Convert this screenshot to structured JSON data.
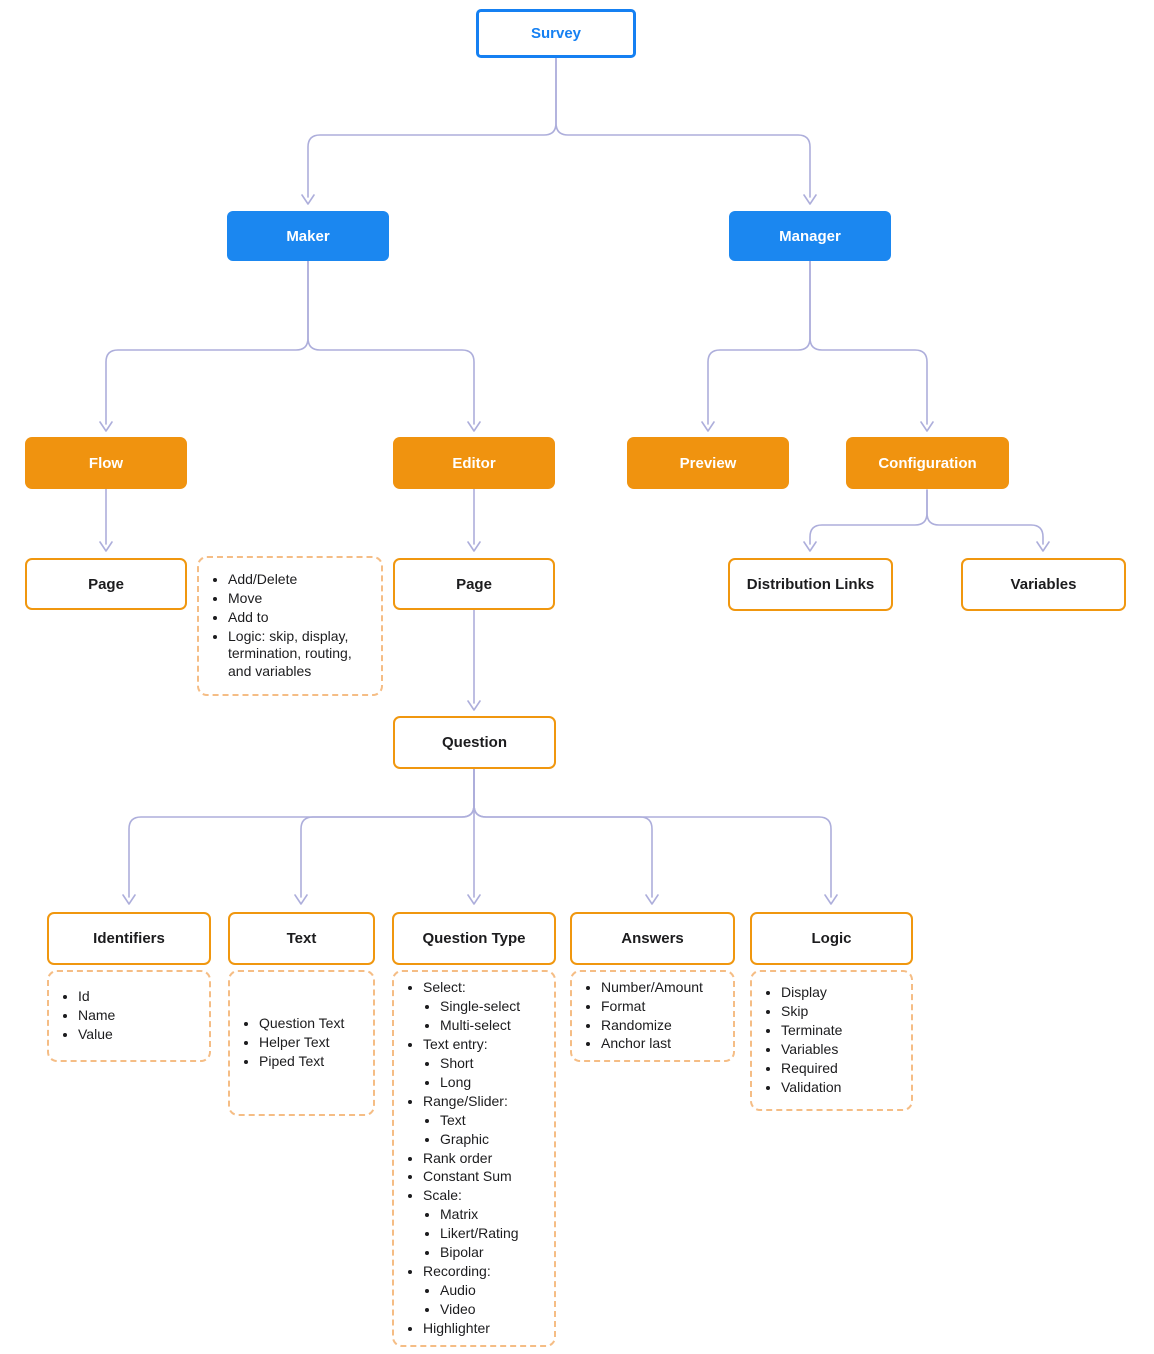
{
  "diagram": {
    "nodes": {
      "survey": {
        "label": "Survey"
      },
      "maker": {
        "label": "Maker"
      },
      "manager": {
        "label": "Manager"
      },
      "flow": {
        "label": "Flow"
      },
      "editor": {
        "label": "Editor"
      },
      "preview": {
        "label": "Preview"
      },
      "configuration": {
        "label": "Configuration"
      },
      "page_flow": {
        "label": "Page"
      },
      "page_editor": {
        "label": "Page"
      },
      "distribution_links": {
        "label": "Distribution Links"
      },
      "variables": {
        "label": "Variables"
      },
      "question": {
        "label": "Question"
      },
      "identifiers": {
        "label": "Identifiers"
      },
      "text": {
        "label": "Text"
      },
      "question_type": {
        "label": "Question Type"
      },
      "answers": {
        "label": "Answers"
      },
      "logic": {
        "label": "Logic"
      }
    },
    "notes": {
      "page_flow_note": {
        "items": [
          "Add/Delete",
          "Move",
          "Add to",
          "Logic: skip, display, termination, routing, and variables"
        ]
      },
      "identifiers_note": {
        "items": [
          "Id",
          "Name",
          "Value"
        ]
      },
      "text_note": {
        "items": [
          "Question Text",
          "Helper Text",
          "Piped Text"
        ]
      },
      "question_type_note": {
        "items": [
          {
            "label": "Select:",
            "children": [
              "Single-select",
              "Multi-select"
            ]
          },
          {
            "label": "Text entry:",
            "children": [
              "Short",
              "Long"
            ]
          },
          {
            "label": "Range/Slider:",
            "children": [
              "Text",
              "Graphic"
            ]
          },
          {
            "label": "Rank order"
          },
          {
            "label": "Constant Sum"
          },
          {
            "label": "Scale:",
            "children": [
              "Matrix",
              "Likert/Rating",
              "Bipolar"
            ]
          },
          {
            "label": "Recording:",
            "children": [
              "Audio",
              "Video"
            ]
          },
          {
            "label": "Highlighter"
          }
        ]
      },
      "answers_note": {
        "items": [
          "Number/Amount",
          "Format",
          "Randomize",
          "Anchor last"
        ]
      },
      "logic_note": {
        "items": [
          "Display",
          "Skip",
          "Terminate",
          "Variables",
          "Required",
          "Validation"
        ]
      }
    },
    "colors": {
      "blue_fill": "#1B87F0",
      "blue_border": "#1580F2",
      "blue_text": "#1580F2",
      "orange_fill": "#F0930F",
      "orange_border": "#F0970F",
      "dashed_border": "#F5BD85",
      "connector": "#ADAEDB",
      "text_dark": "#1C1C1E",
      "bg": "#FFFFFF"
    }
  }
}
